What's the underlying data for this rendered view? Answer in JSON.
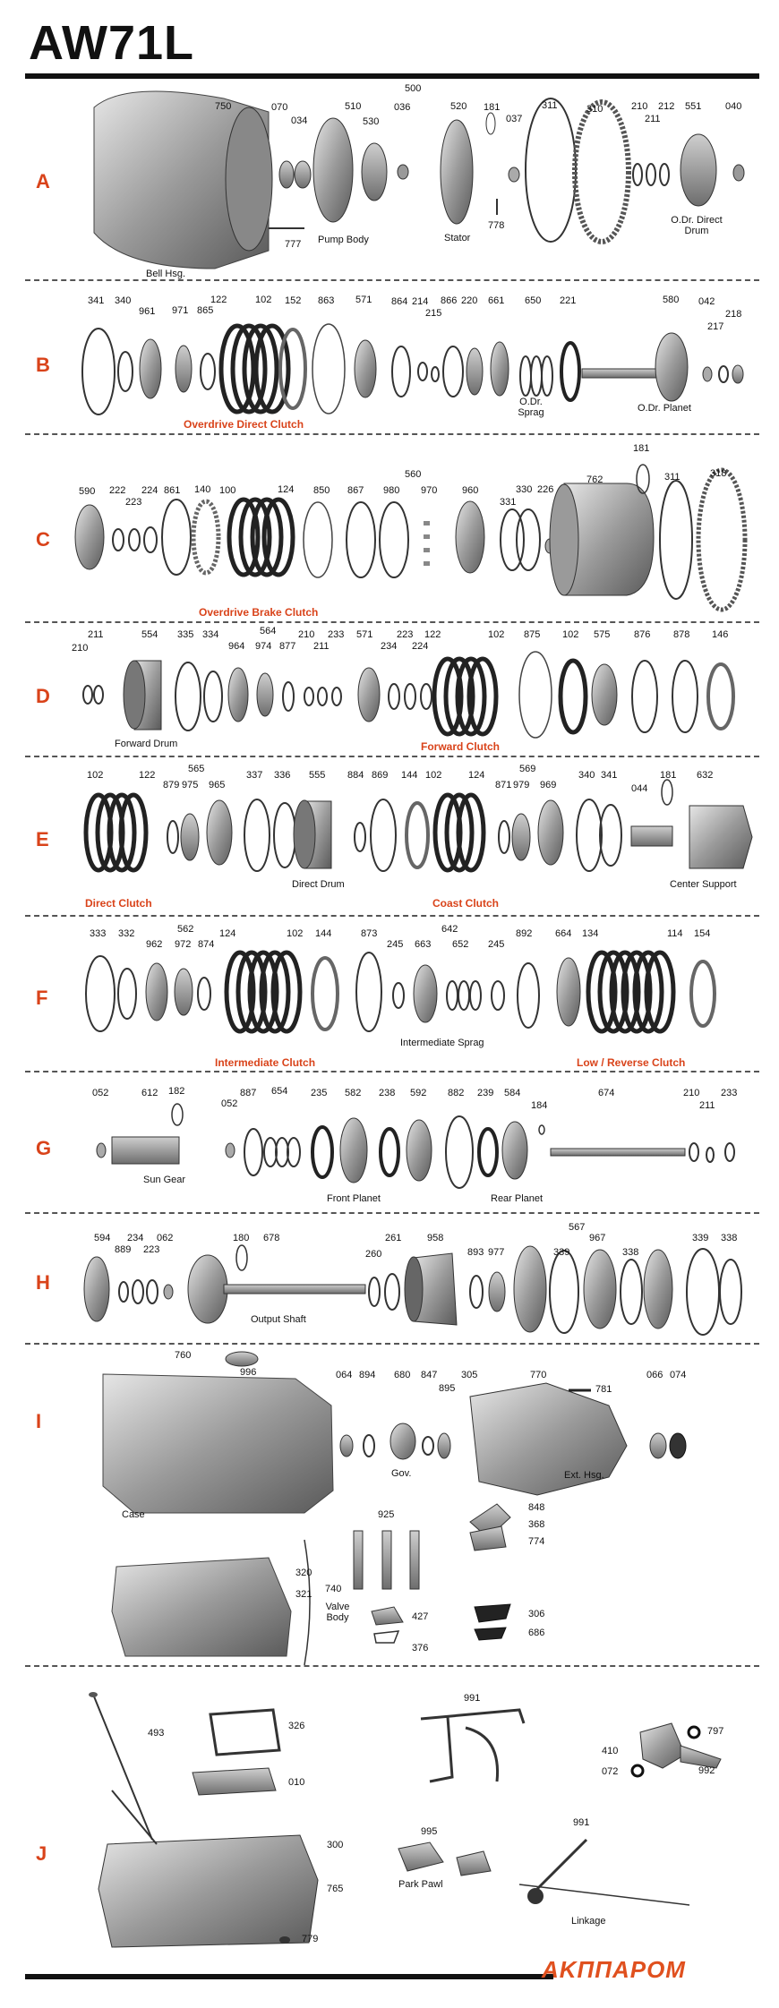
{
  "title": "AW71L",
  "brand": "AKППАРОМ",
  "rows": [
    {
      "letter": "A",
      "numbers": [
        "500",
        "750",
        "070",
        "034",
        "510",
        "530",
        "036",
        "520",
        "181",
        "037",
        "311",
        "310",
        "210",
        "211",
        "212",
        "551",
        "040",
        "777",
        "778"
      ],
      "labels": [
        "Pump Body",
        "Stator",
        "O.Dr. Direct Drum",
        "Bell Hsg."
      ],
      "clutch": ""
    },
    {
      "letter": "B",
      "numbers": [
        "341",
        "340",
        "961",
        "971",
        "865",
        "122",
        "102",
        "152",
        "863",
        "571",
        "864",
        "214",
        "215",
        "866",
        "220",
        "661",
        "650",
        "221",
        "580",
        "042",
        "217",
        "218"
      ],
      "labels": [
        "O.Dr. Sprag",
        "O.Dr. Planet"
      ],
      "clutch": "Overdrive Direct Clutch"
    },
    {
      "letter": "C",
      "numbers": [
        "590",
        "222",
        "223",
        "224",
        "861",
        "140",
        "100",
        "124",
        "850",
        "560",
        "867",
        "980",
        "970",
        "960",
        "330",
        "226",
        "331",
        "762",
        "181",
        "311",
        "318"
      ],
      "labels": [],
      "clutch": "Overdrive Brake Clutch"
    },
    {
      "letter": "D",
      "numbers": [
        "211",
        "210",
        "554",
        "335",
        "334",
        "564",
        "964",
        "974",
        "877",
        "210",
        "211",
        "233",
        "571",
        "234",
        "223",
        "224",
        "122",
        "102",
        "875",
        "102",
        "575",
        "876",
        "878",
        "146"
      ],
      "labels": [
        "Forward Drum"
      ],
      "clutch": "Forward Clutch"
    },
    {
      "letter": "E",
      "numbers": [
        "102",
        "122",
        "565",
        "879",
        "975",
        "965",
        "337",
        "336",
        "555",
        "884",
        "869",
        "144",
        "102",
        "124",
        "569",
        "871",
        "979",
        "969",
        "340",
        "341",
        "044",
        "181",
        "632"
      ],
      "labels": [
        "Direct Drum",
        "Center Support"
      ],
      "clutch": "Direct Clutch",
      "clutch2": "Coast Clutch"
    },
    {
      "letter": "F",
      "numbers": [
        "333",
        "332",
        "562",
        "962",
        "972",
        "874",
        "124",
        "102",
        "144",
        "873",
        "642",
        "245",
        "663",
        "652",
        "245",
        "892",
        "664",
        "134",
        "114",
        "154"
      ],
      "labels": [
        "Intermediate Sprag"
      ],
      "clutch": "Intermediate Clutch",
      "clutch2": "Low / Reverse Clutch"
    },
    {
      "letter": "G",
      "numbers": [
        "052",
        "612",
        "182",
        "052",
        "887",
        "654",
        "235",
        "582",
        "238",
        "592",
        "882",
        "239",
        "584",
        "184",
        "674",
        "210",
        "211",
        "233"
      ],
      "labels": [
        "Sun Gear",
        "Front Planet",
        "Rear Planet"
      ],
      "clutch": ""
    },
    {
      "letter": "H",
      "numbers": [
        "594",
        "889",
        "234",
        "223",
        "062",
        "180",
        "678",
        "260",
        "261",
        "958",
        "893",
        "977",
        "567",
        "967",
        "339",
        "338",
        "339",
        "338"
      ],
      "labels": [
        "Output Shaft"
      ],
      "clutch": ""
    },
    {
      "letter": "I",
      "numbers": [
        "760",
        "996",
        "064",
        "894",
        "680",
        "847",
        "305",
        "895",
        "770",
        "781",
        "066",
        "074",
        "925",
        "848",
        "368",
        "774",
        "320",
        "321",
        "740",
        "427",
        "376",
        "306",
        "686"
      ],
      "labels": [
        "Case",
        "Gov.",
        "Ext. Hsg.",
        "Valve Body"
      ],
      "clutch": ""
    },
    {
      "letter": "J",
      "numbers": [
        "493",
        "326",
        "010",
        "300",
        "765",
        "779",
        "991",
        "797",
        "410",
        "072",
        "992",
        "995",
        "991"
      ],
      "labels": [
        "Park Pawl",
        "Linkage"
      ],
      "clutch": ""
    }
  ]
}
